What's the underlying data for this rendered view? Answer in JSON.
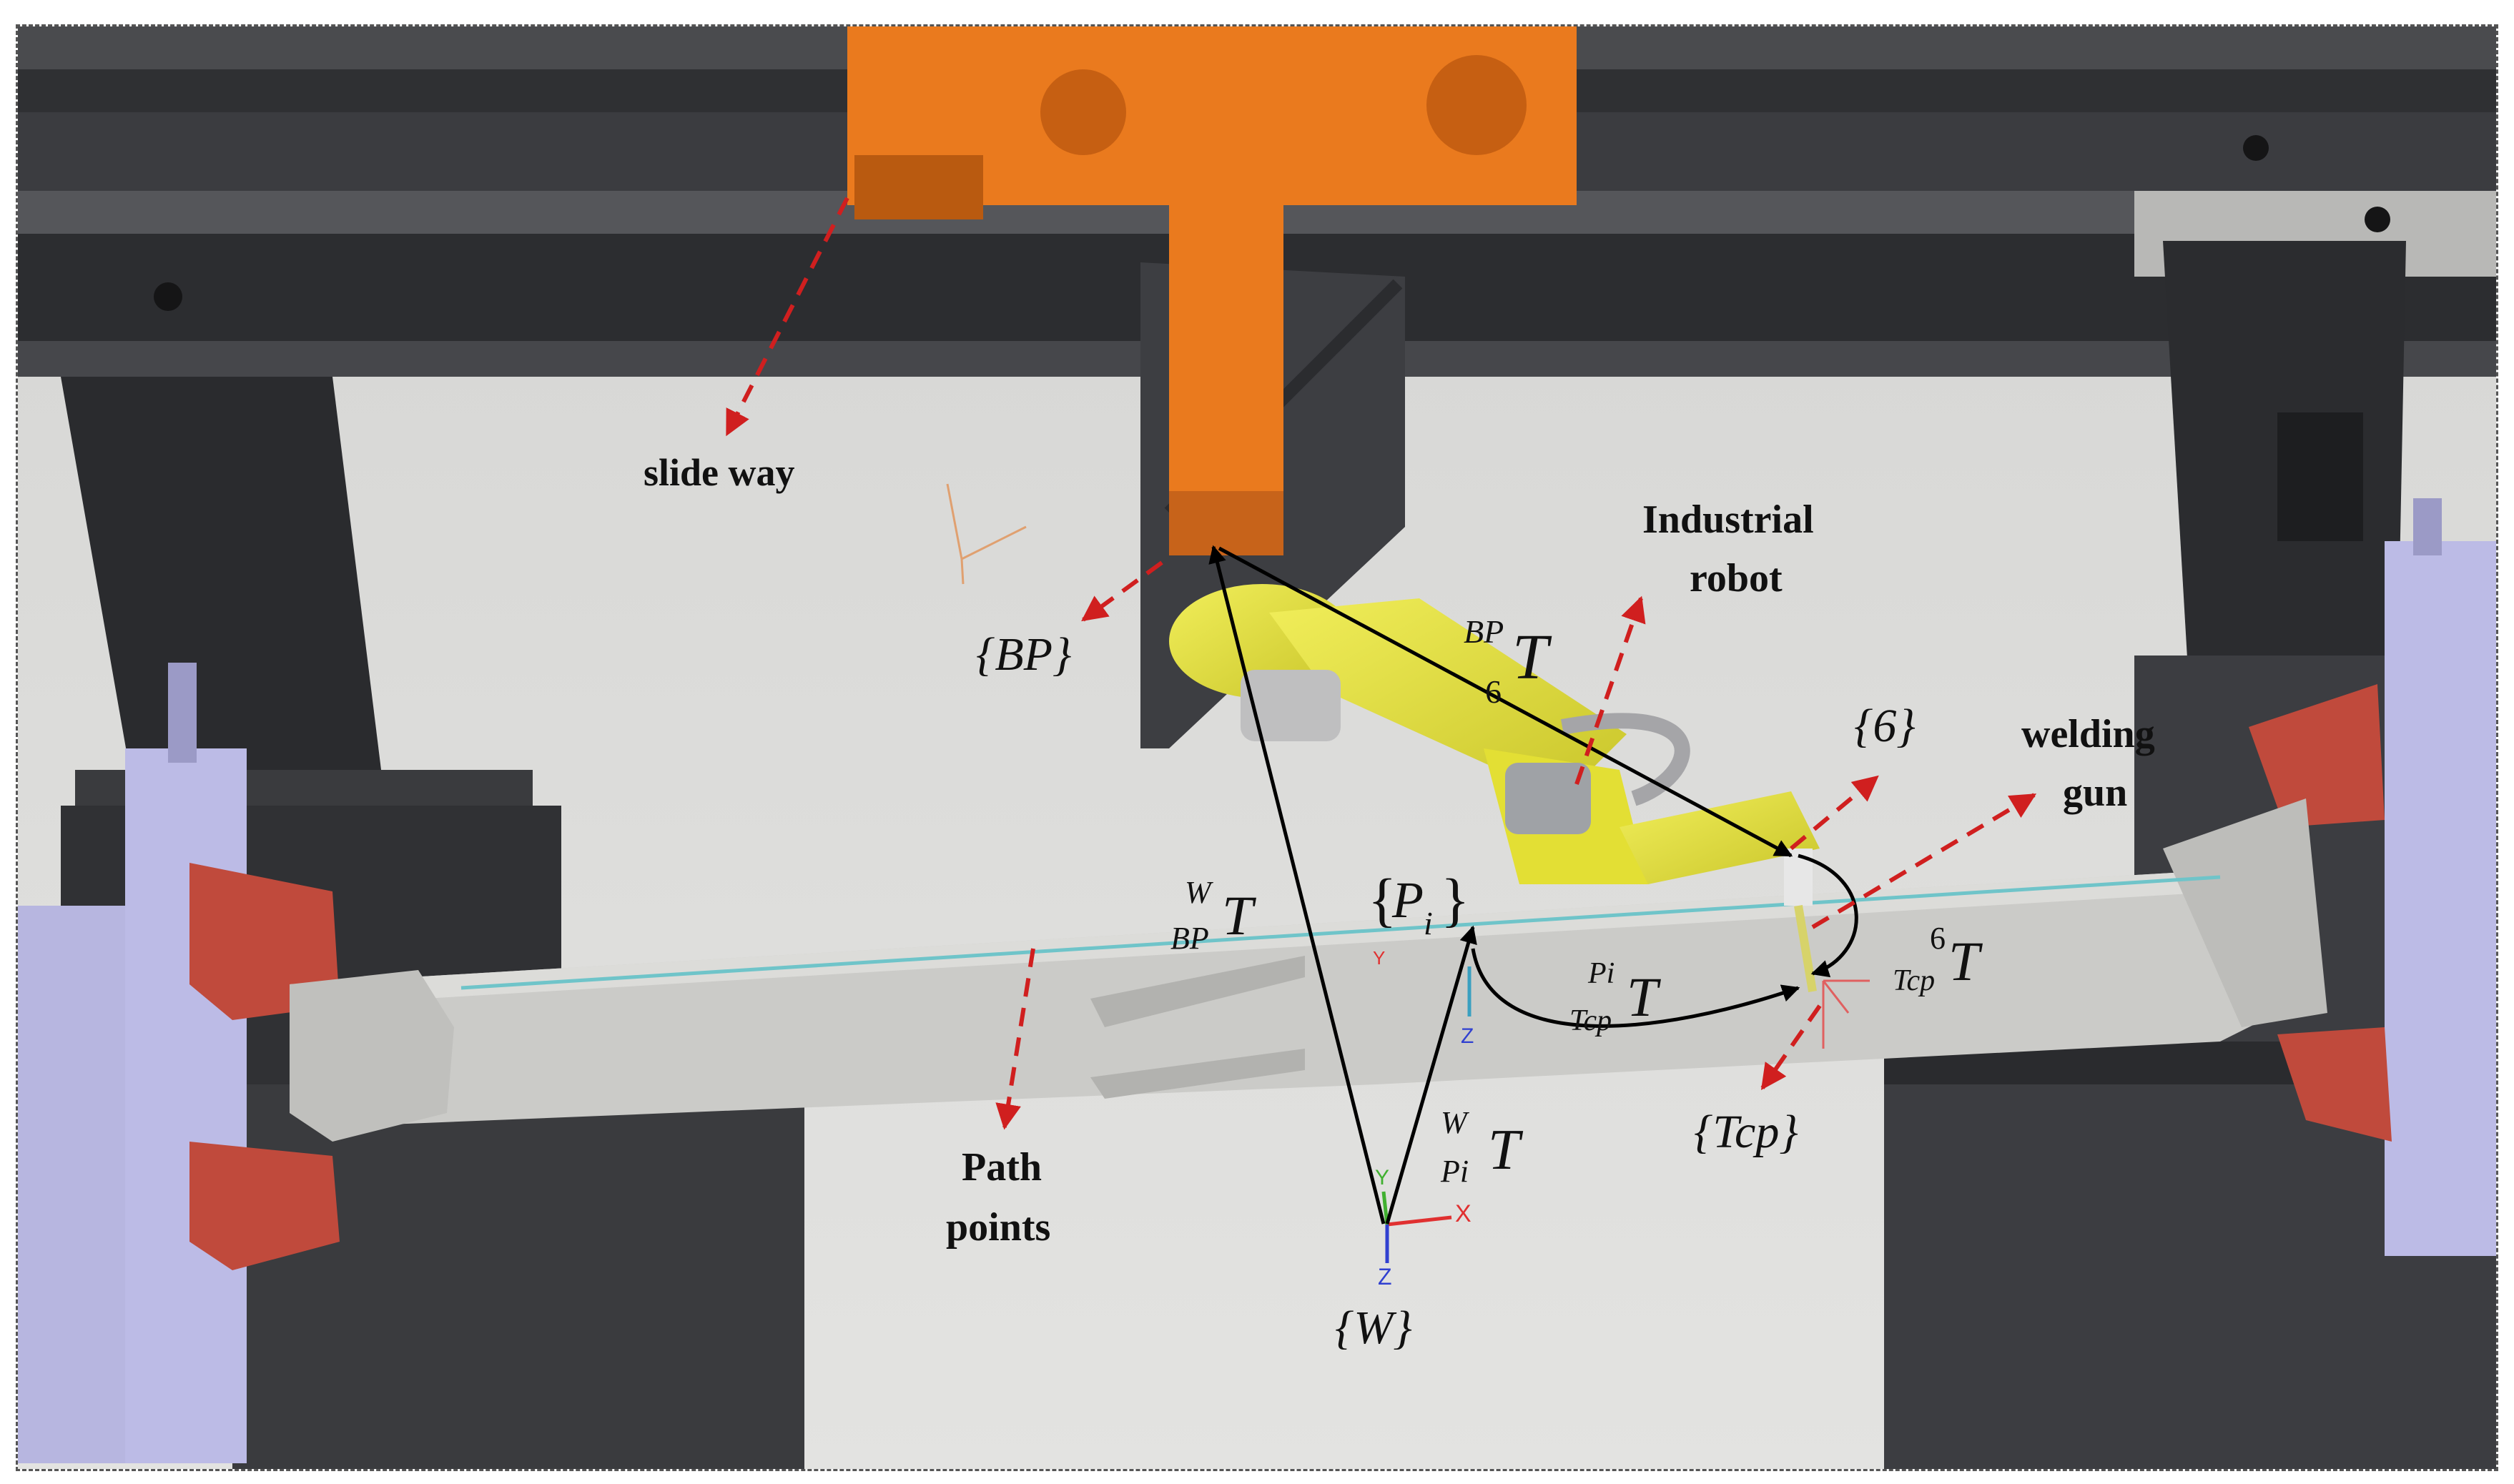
{
  "labels": {
    "slide_way": "slide way",
    "industrial_robot_1": "Industrial",
    "industrial_robot_2": "robot",
    "welding_gun_1": "welding",
    "welding_gun_2": "gun",
    "path_points_1": "Path",
    "path_points_2": "points"
  },
  "frames": {
    "bp": "{BP}",
    "six": "{6}",
    "pi_open": "{",
    "pi_P": "P",
    "pi_sub": "i",
    "pi_close": "}",
    "tcp": "{Tcp}",
    "w": "{W}"
  },
  "transforms": {
    "bp6": {
      "sup": "BP",
      "sub": "6",
      "main": "T"
    },
    "wbp": {
      "sup": "W",
      "sub": "BP",
      "main": "T"
    },
    "pitcp": {
      "sup": "Pi",
      "sub": "Tcp",
      "main": "T"
    },
    "sixtcp": {
      "sup": "6",
      "sub": "Tcp",
      "main": "T"
    },
    "wpi": {
      "sup": "W",
      "sub": "Pi",
      "main": "T"
    }
  },
  "axes": {
    "world_x": "X",
    "world_y": "Y",
    "world_z": "Z",
    "path_y": "Y",
    "path_z": "Z"
  },
  "colors": {
    "robot_yellow": "#e8e43a",
    "gantry_orange": "#ea7a1e",
    "beam_dark": "#3a3b3e",
    "workpiece_gray": "#c9c9c6",
    "clamp_red": "#c04a3c",
    "positioner_lavender": "#bcbbe6",
    "arrow_red": "#d01f1f",
    "arrow_black": "#000000"
  }
}
